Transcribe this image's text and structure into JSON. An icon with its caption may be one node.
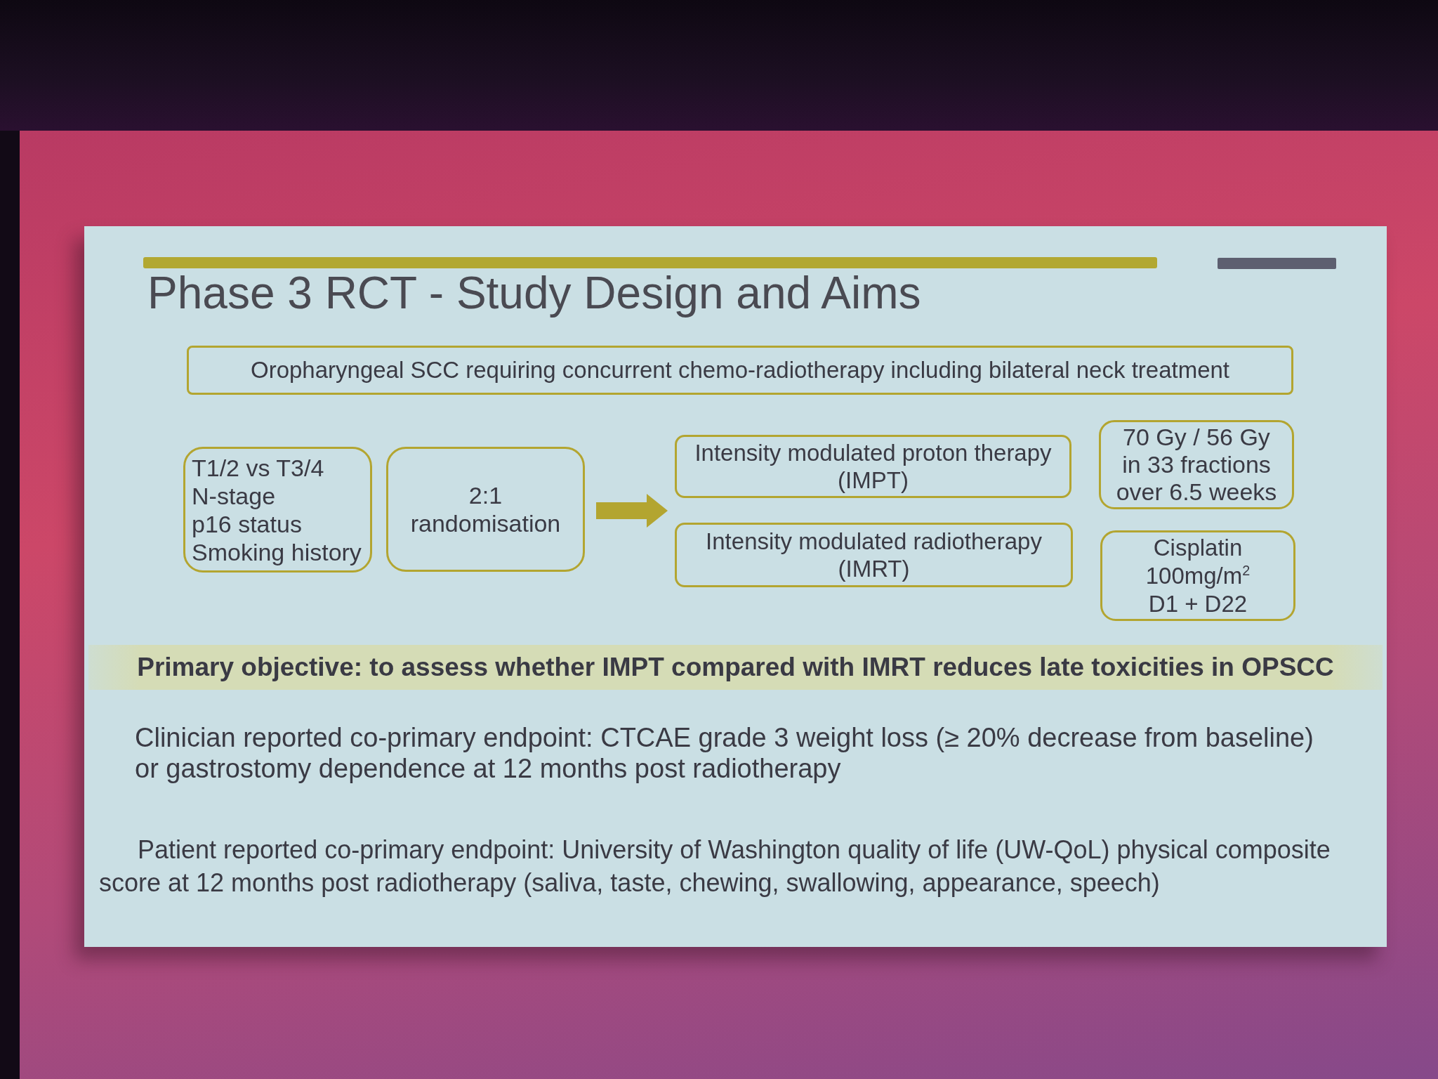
{
  "diagram": {
    "title": "Phase 3 RCT - Study Design and Aims",
    "nodes": [
      {
        "text": [
          "Oropharyngeal SCC requiring concurrent chemo-radiotherapy including bilateral neck treatment"
        ]
      },
      {
        "text": [
          "T1/2 vs T3/4",
          "N-stage",
          "p16 status",
          "Smoking history"
        ]
      },
      {
        "text": [
          "2:1 randomisation"
        ]
      },
      {
        "text": [
          "Intensity modulated proton therapy (IMPT)"
        ]
      },
      {
        "text": [
          "Intensity modulated radiotherapy (IMRT)"
        ]
      },
      {
        "text": [
          "70 Gy / 56 Gy in 33 fractions over 6.5 weeks"
        ]
      },
      {
        "text": [
          "Cisplatin 100mg/m$^{2}$ D1 + D22"
        ]
      },
      {
        "text": [
          "Primary objective: to assess whether IMPT compared with IMRT reduces late toxicities in OPSCC"
        ]
      }
    ],
    "edges": [
      {
        "from": 2,
        "to": 3,
        "arrow": "to"
      },
      {
        "from": 2,
        "to": 4,
        "arrow": "to"
      }
    ],
    "labels": [
      "Clinician reported co-primary endpoint: CTCAE grade 3 weight loss (≥ 20% decrease from baseline) or gastrostomy dependence at 12 months post radiotherapy",
      "Patient reported co-primary endpoint: University of Washington quality of life (UW-QoL) physical composite score at 12 months post radiotherapy (saliva, taste, chewing, swallowing, appearance, speech)"
    ]
  }
}
